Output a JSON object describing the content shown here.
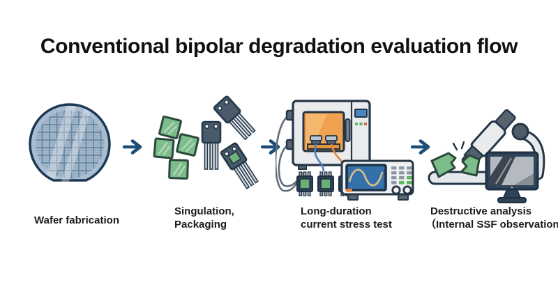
{
  "title": "Conventional bipolar degradation evaluation flow",
  "flow": {
    "arrow_color": "#1d4e79",
    "stages": [
      {
        "id": "wafer-fabrication",
        "icon": "wafer-icon",
        "lines": [
          "Wafer fabrication"
        ]
      },
      {
        "id": "singulation-packaging",
        "icon": "dies-and-packages-icon",
        "lines": [
          "Singulation,",
          "Packaging"
        ]
      },
      {
        "id": "long-duration-current-stress-test",
        "icon": "stress-test-equipment-icon",
        "lines": [
          "Long-duration",
          "current stress test"
        ]
      },
      {
        "id": "destructive-analysis",
        "icon": "microscope-analysis-icon",
        "lines": [
          "Destructive analysis",
          "（Internal SSF observation）"
        ]
      }
    ]
  },
  "colors": {
    "background": "#ffffff",
    "text": "#1b1b1b",
    "outline_navy": "#243546",
    "wafer_blue": "#a9bdd0",
    "die_green": "#7cbd8b",
    "package_slate": "#4a5a6a",
    "chamber_window_orange": "#f0a24f",
    "wire_orange": "#e8833a",
    "wire_blue": "#4d82b8",
    "wire_gray": "#626d79",
    "scope_screen_blue": "#3470aa",
    "waveform_tan": "#d9bf88",
    "indicator_green": "#5cb85c",
    "indicator_red": "#dd5f4a",
    "monitor_streak_dark": "#3c454f"
  }
}
